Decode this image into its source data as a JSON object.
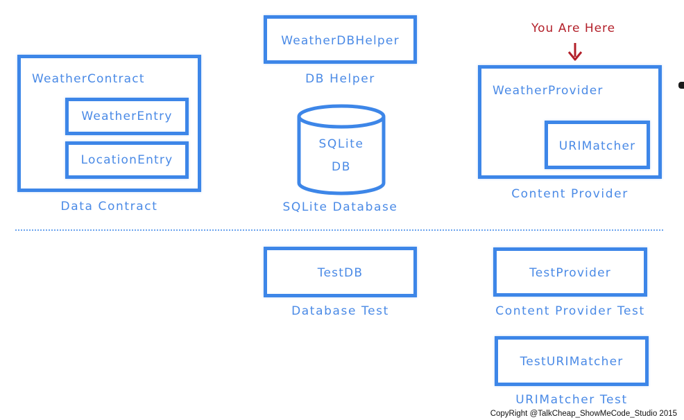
{
  "marker": {
    "text": "You Are Here",
    "color": "#b3202a"
  },
  "data_contract": {
    "outer_label": "WeatherContract",
    "weather_entry": "WeatherEntry",
    "location_entry": "LocationEntry",
    "caption": "Data Contract"
  },
  "db_helper": {
    "label": "WeatherDBHelper",
    "caption": "DB Helper"
  },
  "database": {
    "line1": "SQLite",
    "line2": "DB",
    "caption": "SQLite Database"
  },
  "content_provider": {
    "outer_label": "WeatherProvider",
    "uri_matcher": "URIMatcher",
    "caption": "Content Provider"
  },
  "tests": {
    "test_db": {
      "label": "TestDB",
      "caption": "Database Test"
    },
    "test_provider": {
      "label": "TestProvider",
      "caption": "Content Provider Test"
    },
    "test_uri_matcher": {
      "label": "TestURIMatcher",
      "caption": "URIMatcher Test"
    }
  },
  "copyright": "CopyRight @TalkCheap_ShowMeCode_Studio 2015",
  "colors": {
    "box_stroke": "#3d86e8",
    "text": "#4a8ae6",
    "divider": "#6aa3ee"
  }
}
